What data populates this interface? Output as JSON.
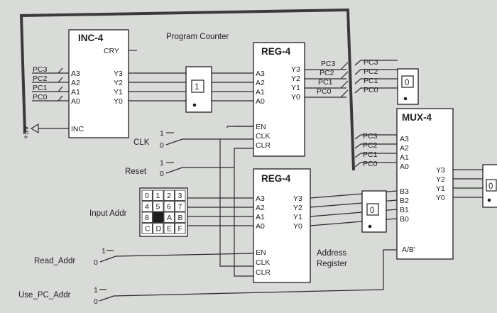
{
  "inc": {
    "title": "INC-4",
    "cry": "CRY",
    "inputs": [
      "A3",
      "A2",
      "A1",
      "A0"
    ],
    "outputs": [
      "Y3",
      "Y2",
      "Y1",
      "Y0"
    ],
    "inc_pin": "INC",
    "plus5v": "+5V",
    "pc_labels": [
      "PC3",
      "PC2",
      "PC1",
      "PC0"
    ]
  },
  "program_counter_label": "Program Counter",
  "reg_top": {
    "title": "REG-4",
    "inputs": [
      "A3",
      "A2",
      "A1",
      "A0"
    ],
    "outputs": [
      "Y3",
      "Y2",
      "Y1",
      "Y0"
    ],
    "controls": [
      "EN",
      "CLK",
      "CLR"
    ],
    "pc_labels": [
      "PC3",
      "PC2",
      "PC1",
      "PC0"
    ],
    "pc_labels_right": [
      "PC3",
      "PC2",
      "PC1",
      "PC0"
    ]
  },
  "reg_bottom": {
    "title": "REG-4",
    "inputs": [
      "A3",
      "A2",
      "A1",
      "A0"
    ],
    "outputs": [
      "Y3",
      "Y2",
      "Y1",
      "Y0"
    ],
    "controls": [
      "EN",
      "CLK",
      "CLR"
    ],
    "caption": [
      "Address",
      "Register"
    ]
  },
  "mux": {
    "title": "MUX-4",
    "a_inputs": [
      "A3",
      "A2",
      "A1",
      "A0"
    ],
    "b_inputs": [
      "B3",
      "B2",
      "B1",
      "B0"
    ],
    "outputs": [
      "Y3",
      "Y2",
      "Y1",
      "Y0"
    ],
    "select": "A/B'",
    "pc_labels": [
      "PC3",
      "PC2",
      "PC1",
      "PC0"
    ]
  },
  "hex_displays": {
    "inc_out": "1",
    "pc_out": "0",
    "addr_out": "0",
    "mux_out": "0"
  },
  "switches": {
    "clk": {
      "label": "CLK",
      "one": "1",
      "zero": "0"
    },
    "reset": {
      "label": "Reset",
      "one": "1",
      "zero": "0"
    },
    "read_addr": {
      "label": "Read_Addr",
      "one": "1",
      "zero": "0"
    },
    "use_pc_addr": {
      "label": "Use_PC_Addr",
      "one": "1",
      "zero": "0"
    }
  },
  "keypad": {
    "label": "Input Addr",
    "rows": [
      [
        "0",
        "1",
        "2",
        "3"
      ],
      [
        "4",
        "5",
        "6",
        "7"
      ],
      [
        "8",
        "",
        "A",
        "B"
      ],
      [
        "C",
        "D",
        "E",
        "F"
      ]
    ]
  }
}
